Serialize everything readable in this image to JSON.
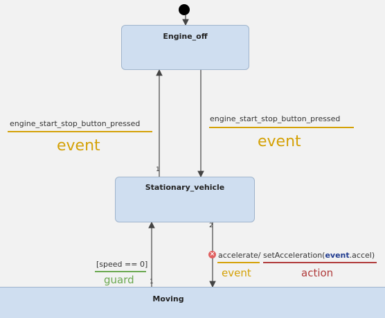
{
  "states": {
    "engine_off": "Engine_off",
    "stationary": "Stationary_vehicle",
    "moving": "Moving"
  },
  "transitions": {
    "left_trigger": "engine_start_stop_button_pressed",
    "left_tag": "event",
    "right_trigger": "engine_start_stop_button_pressed",
    "right_tag": "event",
    "num_upper": "1",
    "num_lower_right": "2",
    "num_lower_left": "1",
    "guard_text": "[speed == 0]",
    "guard_tag": "guard",
    "accel_trigger": "accelerate/",
    "action_prefix": "setAcceleration(",
    "action_keyword": "event",
    "action_suffix": ".accel)",
    "accel_tag": "event",
    "action_tag": "action",
    "error_glyph": "×"
  },
  "colors": {
    "state_fill": "#cfdef0",
    "event": "#d4a106",
    "guard": "#6aa84f",
    "action": "#b03a3a"
  }
}
